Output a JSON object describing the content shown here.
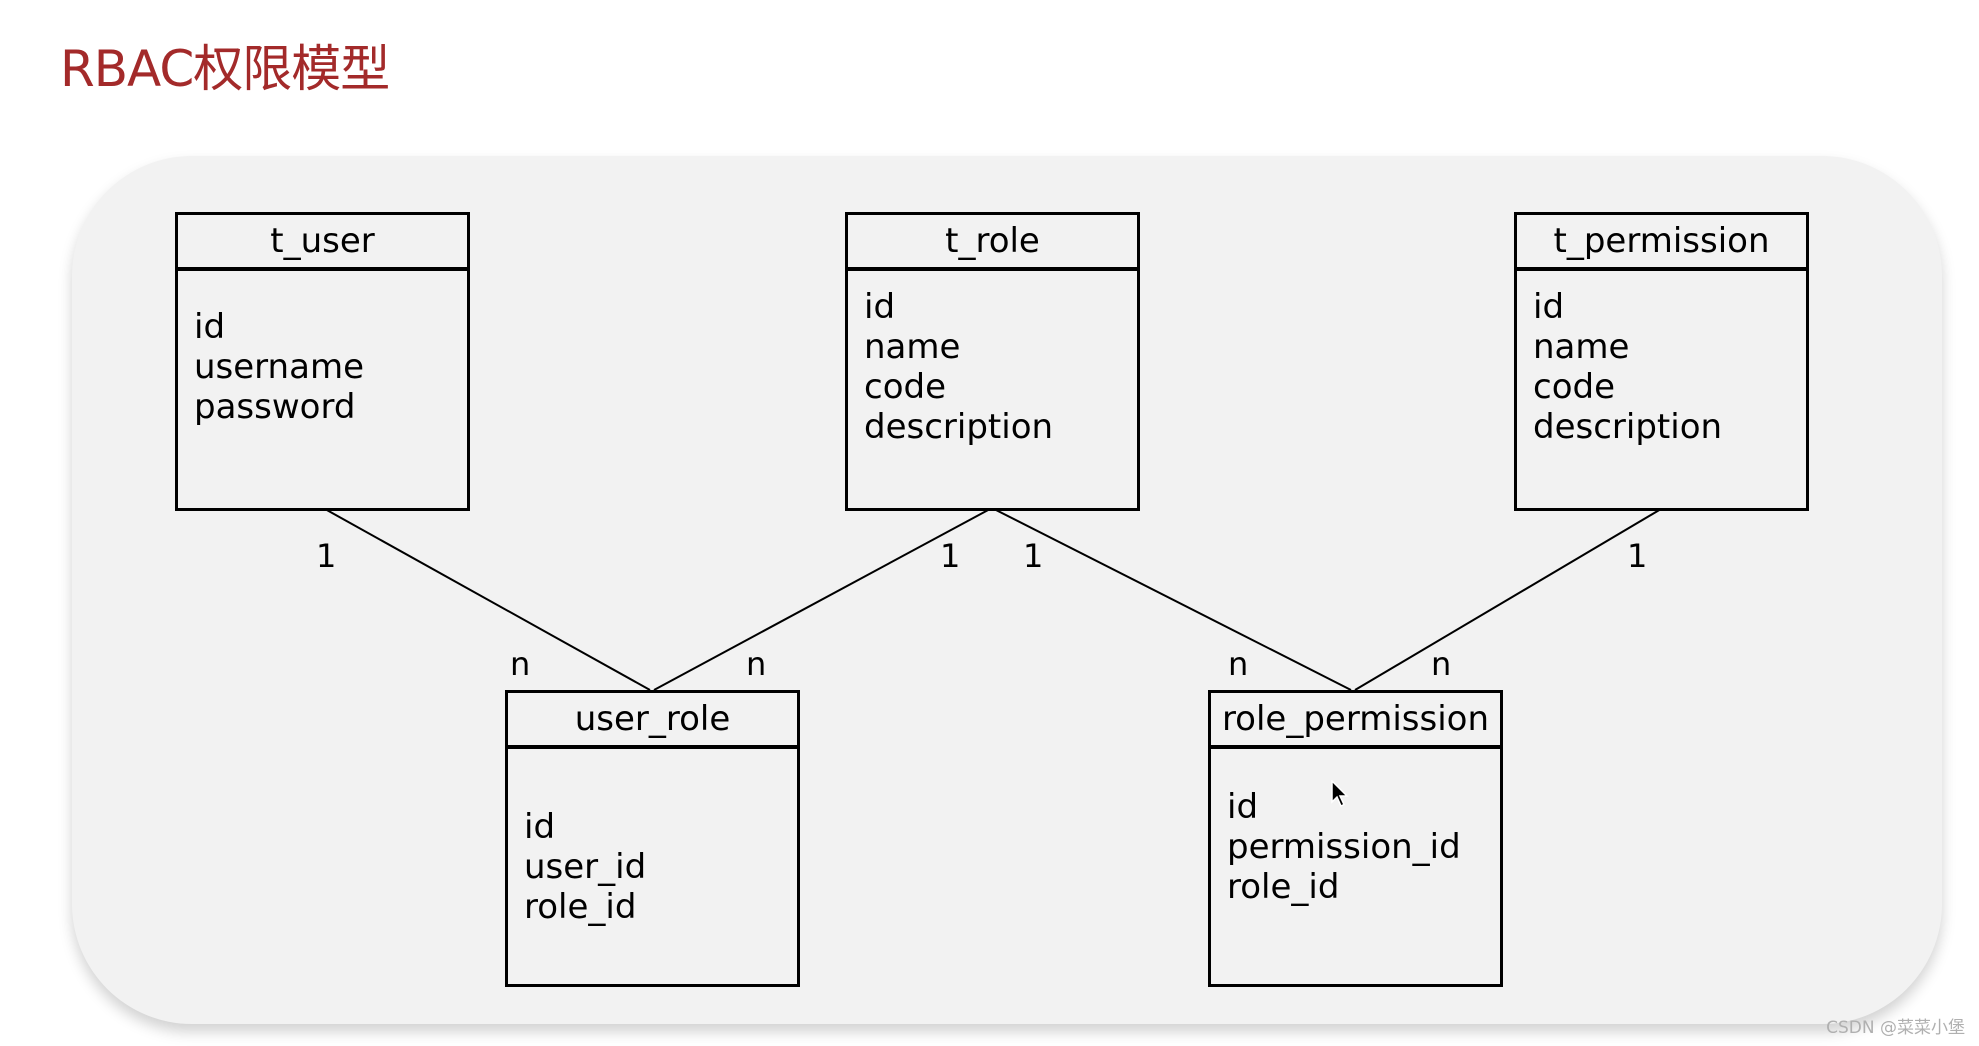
{
  "title": {
    "text": "RBAC权限模型",
    "color": "#a32a2a"
  },
  "entities": {
    "t_user": {
      "name": "t_user",
      "fields": [
        "id",
        "username",
        "password"
      ]
    },
    "t_role": {
      "name": "t_role",
      "fields": [
        "id",
        "name",
        "code",
        "description"
      ]
    },
    "t_permission": {
      "name": "t_permission",
      "fields": [
        "id",
        "name",
        "code",
        "description"
      ]
    },
    "user_role": {
      "name": "user_role",
      "fields": [
        "id",
        "user_id",
        "role_id"
      ]
    },
    "role_permission": {
      "name": "role_permission",
      "fields": [
        "id",
        "permission_id",
        "role_id"
      ]
    }
  },
  "relationships": [
    {
      "from": "t_user",
      "to": "user_role",
      "from_mult": "1",
      "to_mult": "n"
    },
    {
      "from": "t_role",
      "to": "user_role",
      "from_mult": "1",
      "to_mult": "n"
    },
    {
      "from": "t_role",
      "to": "role_permission",
      "from_mult": "1",
      "to_mult": "n"
    },
    {
      "from": "t_permission",
      "to": "role_permission",
      "from_mult": "1",
      "to_mult": "n"
    }
  ],
  "watermark": "CSDN @菜菜小堡",
  "icons": {
    "cursor": "mouse-pointer-icon"
  }
}
